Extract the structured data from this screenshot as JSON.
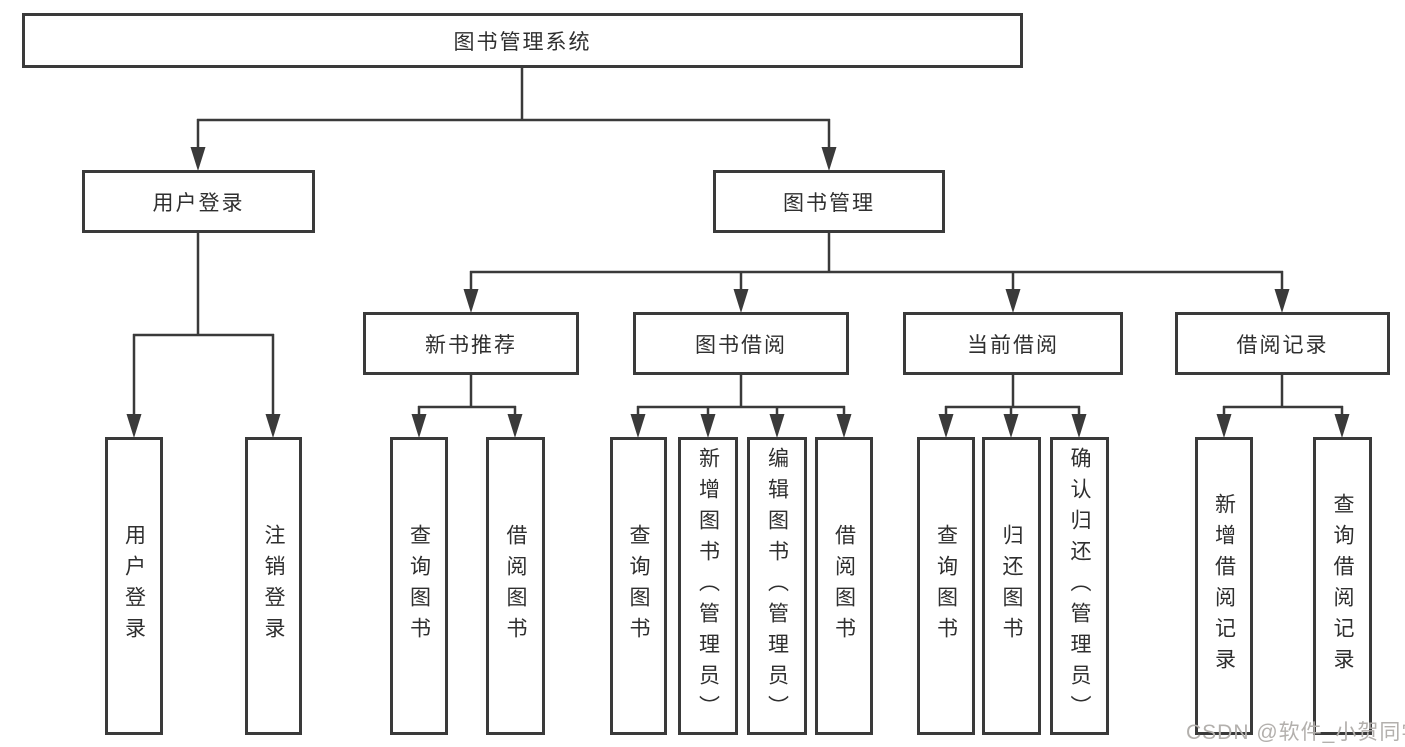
{
  "diagram": {
    "root": {
      "label": "图书管理系统"
    },
    "level2": [
      {
        "label": "用户登录"
      },
      {
        "label": "图书管理"
      }
    ],
    "level3": [
      {
        "label": "新书推荐"
      },
      {
        "label": "图书借阅"
      },
      {
        "label": "当前借阅"
      },
      {
        "label": "借阅记录"
      }
    ],
    "leaves": {
      "login": [
        "用户登录",
        "注销登录"
      ],
      "recommend": [
        "查询图书",
        "借阅图书"
      ],
      "borrow": [
        "查询图书",
        "新增图书（管理员）",
        "编辑图书（管理员）",
        "借阅图书"
      ],
      "current": [
        "查询图书",
        "归还图书",
        "确认归还（管理员）"
      ],
      "records": [
        "新增借阅记录",
        "查询借阅记录"
      ]
    }
  },
  "watermark": {
    "text": "CSDN @软件_小贺同学"
  },
  "colors": {
    "line": "#3a3a3a",
    "text": "#2f2f2f",
    "background": "#ffffff",
    "watermark_text": "#b3b0ad"
  }
}
